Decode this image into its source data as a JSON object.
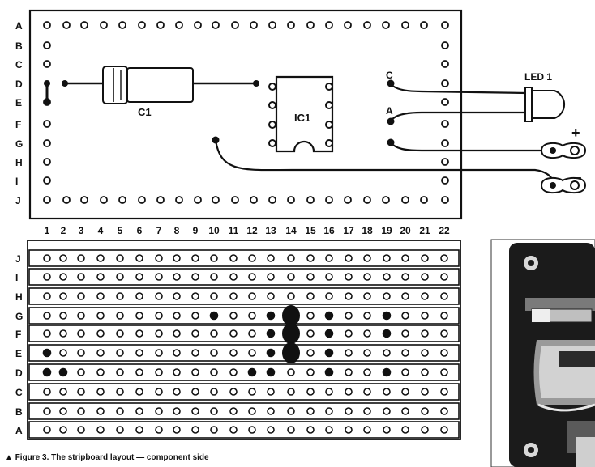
{
  "top_board": {
    "row_labels": [
      "A",
      "B",
      "C",
      "D",
      "E",
      "F",
      "G",
      "H",
      "I",
      "J"
    ],
    "components": {
      "capacitor_label": "C1",
      "ic_label": "IC1",
      "led_label": "LED 1",
      "led_cathode_label": "C",
      "led_anode_label": "A",
      "plus_label": "+",
      "minus_label": "−"
    }
  },
  "stripboard": {
    "column_labels": [
      "1",
      "2",
      "3",
      "4",
      "5",
      "6",
      "7",
      "8",
      "9",
      "10",
      "11",
      "12",
      "13",
      "14",
      "15",
      "16",
      "17",
      "18",
      "19",
      "20",
      "21",
      "22"
    ],
    "row_labels": [
      "J",
      "I",
      "H",
      "G",
      "F",
      "E",
      "D",
      "C",
      "B",
      "A"
    ]
  },
  "caption": {
    "marker": "▲",
    "text": "Figure 3. The stripboard layout — component side"
  },
  "colors": {
    "ink": "#111111",
    "photo_dark": "#1b1b1b",
    "paper": "#ffffff"
  }
}
